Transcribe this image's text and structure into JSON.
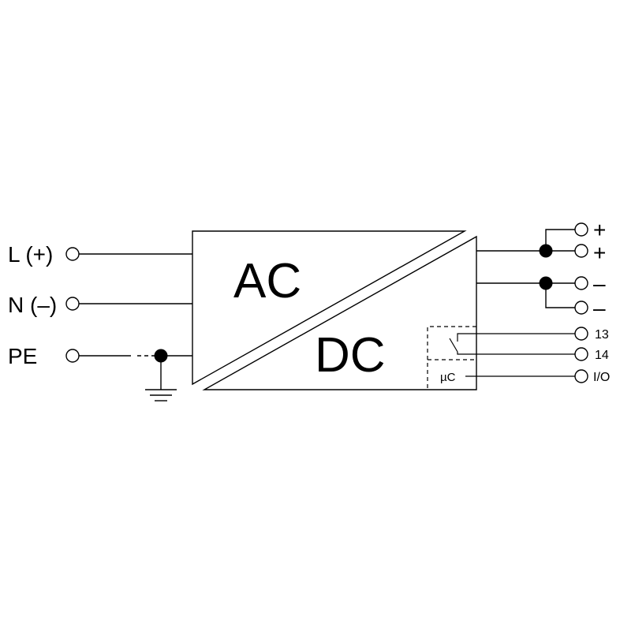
{
  "inputs": {
    "l_label": "L (+)",
    "n_label": "N (–)",
    "pe_label": "PE"
  },
  "converter": {
    "ac_label": "AC",
    "dc_label": "DC"
  },
  "outputs": {
    "plus_1": "+",
    "plus_2": "+",
    "minus_1": "–",
    "minus_2": "–",
    "relay_13": "13",
    "relay_14": "14",
    "io": "I/O"
  },
  "microcontroller": {
    "label": "µC"
  }
}
